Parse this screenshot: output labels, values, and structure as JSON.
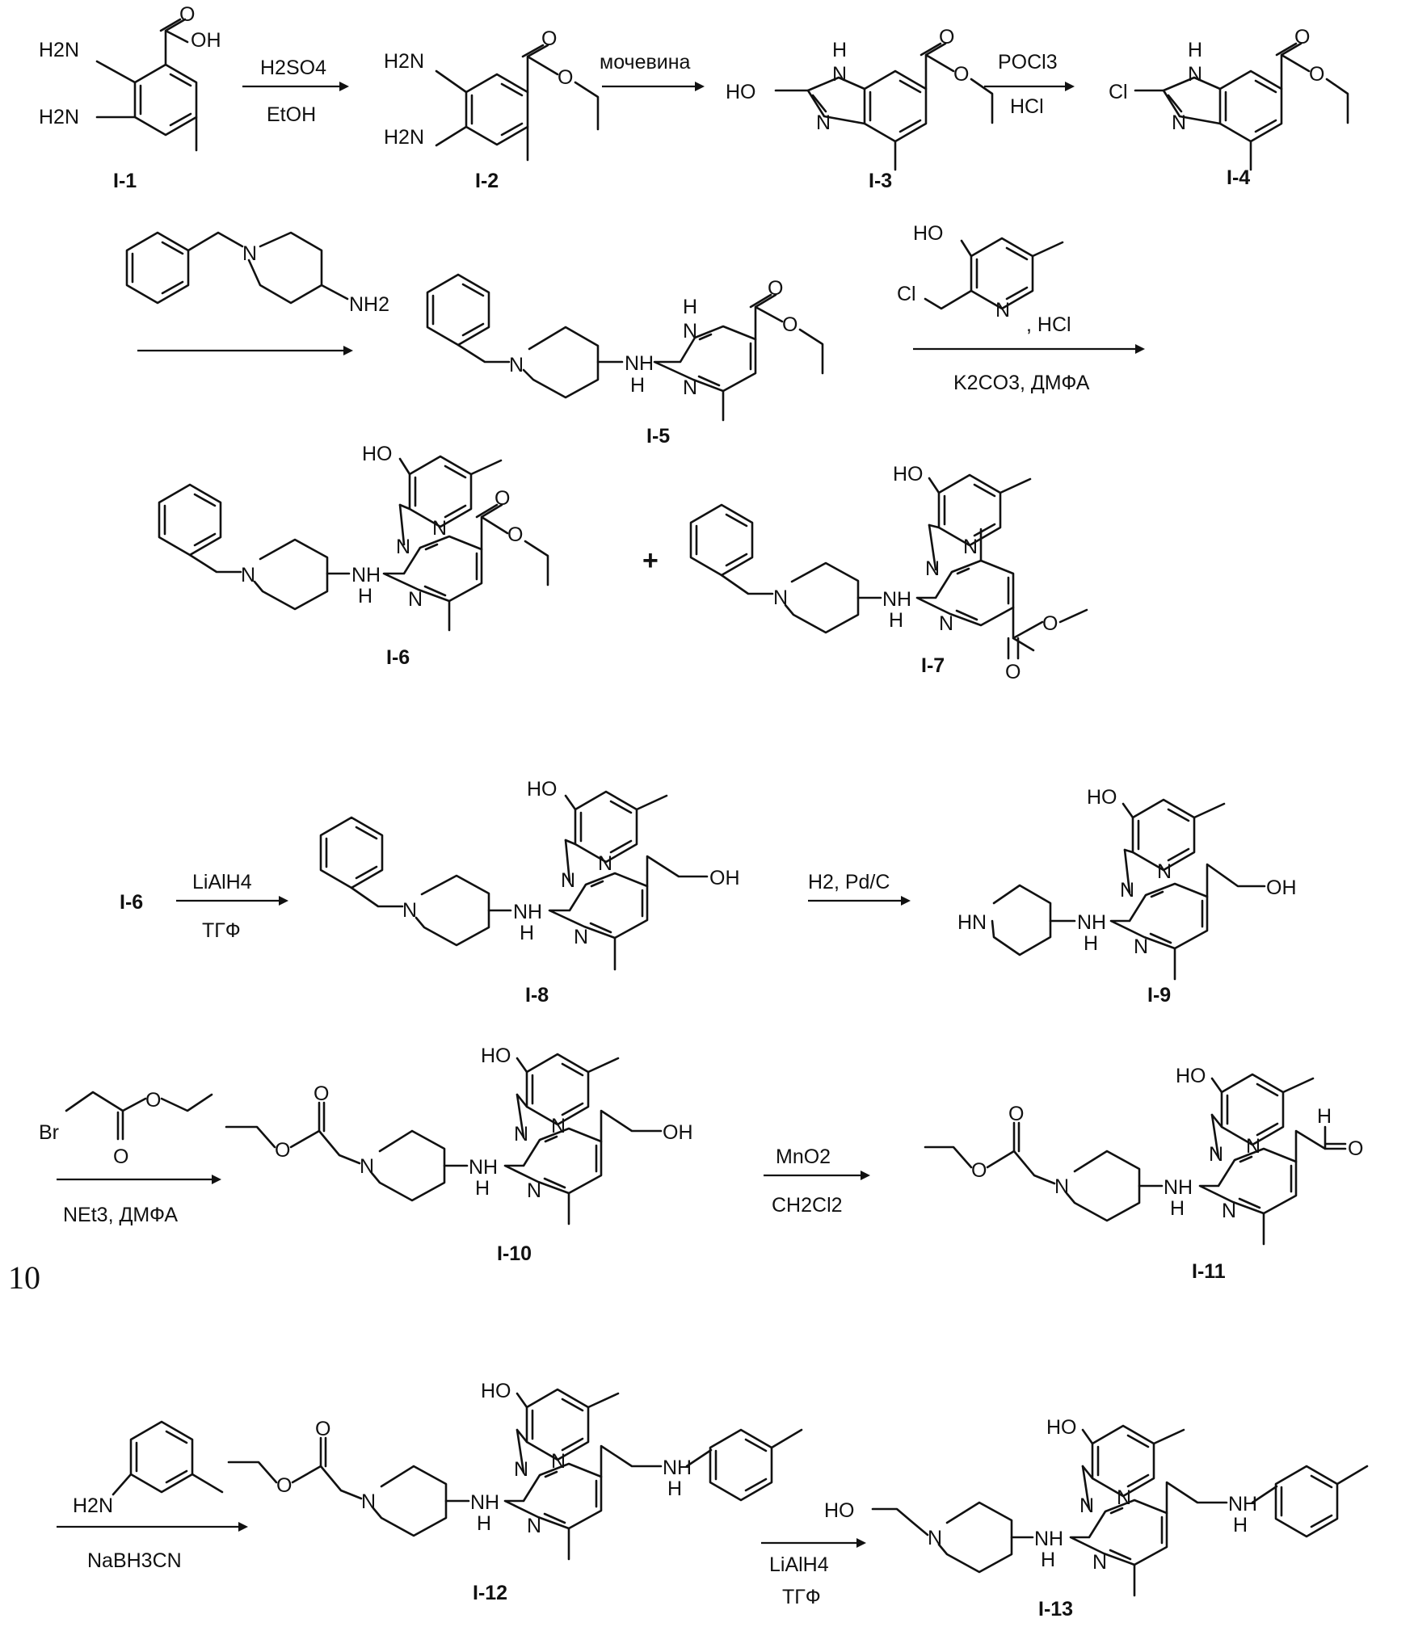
{
  "page_number": "10",
  "compounds": {
    "i1": "I-1",
    "i2": "I-2",
    "i3": "I-3",
    "i4": "I-4",
    "i5": "I-5",
    "i6": "I-6",
    "i7": "I-7",
    "i8": "I-8",
    "i9": "I-9",
    "i10": "I-10",
    "i11": "I-11",
    "i12": "I-12",
    "i13": "I-13"
  },
  "reagents": {
    "r1_top": "H2SO4",
    "r1_bottom": "EtOH",
    "r2_top": "мочевина",
    "r3_top": "POCl3",
    "r3_bottom": "HCl",
    "r5_hcl": ", HCl",
    "r5_bottom": "K2CO3,  ДМФА",
    "r6_start": "I-6",
    "r6_top": "LiAlH4",
    "r6_bottom": "ТГФ",
    "r7_top": "H2, Pd/C",
    "r8_bottom": "NEt3,  ДМФА",
    "r9_top": "MnO2",
    "r9_bottom": "CH2Cl2",
    "r10_bottom": "NaBH3CN",
    "r11_top": "LiAlH4",
    "r11_bottom": "ТГФ"
  },
  "atoms": {
    "h2n": "H2N",
    "nh2": "NH2",
    "oh": "OH",
    "ho": "HO",
    "o": "O",
    "n": "N",
    "h": "H",
    "nh": "NH",
    "hn": "HN",
    "cl": "Cl",
    "br": "Br"
  },
  "plus": "+"
}
